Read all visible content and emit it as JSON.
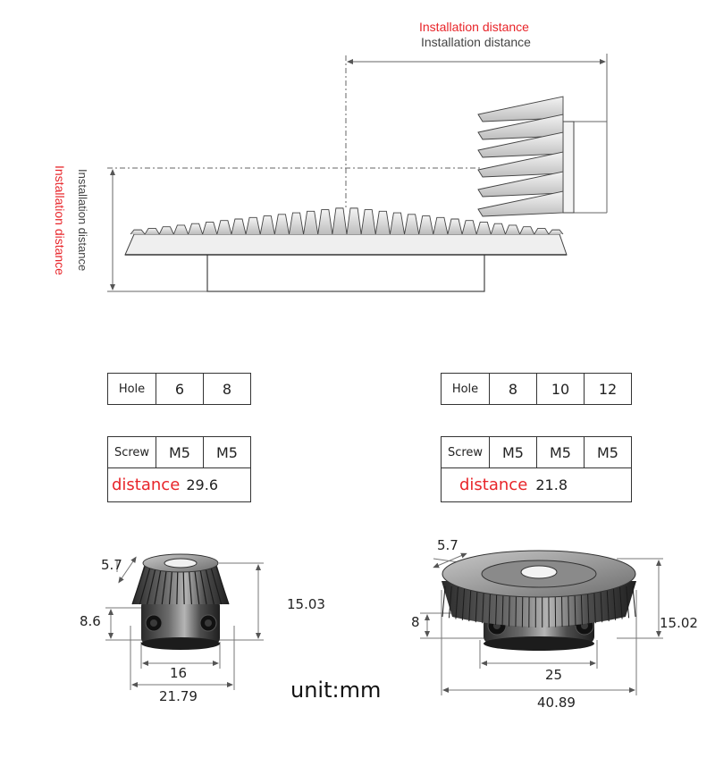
{
  "top_diagram": {
    "label_red": "Installation distance",
    "label_black": "Installation distance",
    "vertical_label_red": "Installation distance",
    "vertical_label_black": "Installation distance"
  },
  "spec_small": {
    "hole_label": "Hole",
    "holes": [
      "6",
      "8"
    ],
    "screw_label": "Screw",
    "screws": [
      "M5",
      "M5"
    ],
    "distance_label": "distance",
    "distance_value": "29.6"
  },
  "spec_large": {
    "hole_label": "Hole",
    "holes": [
      "8",
      "10",
      "12"
    ],
    "screw_label": "Screw",
    "screws": [
      "M5",
      "M5",
      "M5"
    ],
    "distance_label": "distance",
    "distance_value": "21.8"
  },
  "small_gear_dims": {
    "tooth": "5.7",
    "hub_height": "8.6",
    "total_height": "15.03",
    "hub_diameter": "16",
    "outer_diameter": "21.79"
  },
  "large_gear_dims": {
    "tooth": "5.7",
    "hub_height": "8",
    "total_height": "15.02",
    "hub_diameter": "25",
    "outer_diameter": "40.89"
  },
  "unit_label": "unit:mm",
  "colors": {
    "accent": "#e8252a",
    "line": "#555555",
    "metal_dark": "#2b2b2b",
    "metal_light": "#9a9a9a"
  }
}
